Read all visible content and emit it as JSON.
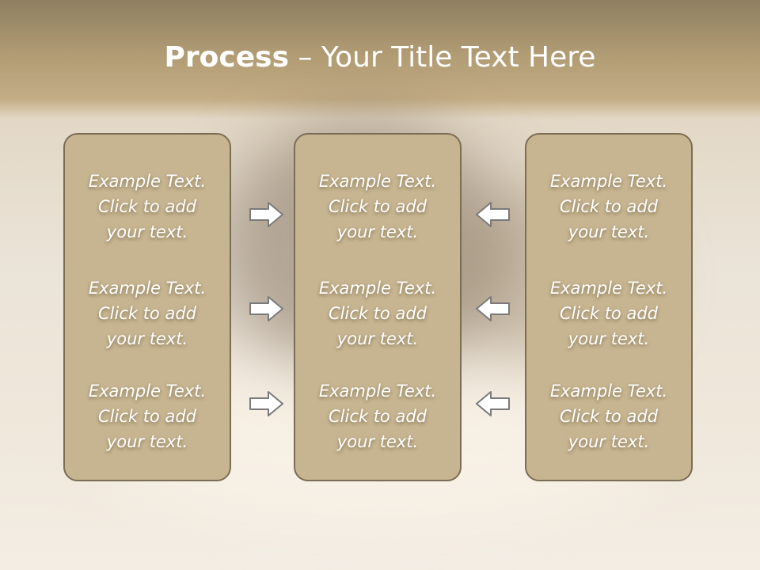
{
  "slide": {
    "title_bold": "Process",
    "title_rest": " – Your Title Text Here"
  },
  "columns": [
    {
      "items": [
        {
          "line1": "Example Text.",
          "line2": "Click  to add",
          "line3": "your text."
        },
        {
          "line1": "Example Text.",
          "line2": "Click  to add",
          "line3": "your text."
        },
        {
          "line1": "Example Text.",
          "line2": "Click  to add",
          "line3": "your text."
        }
      ]
    },
    {
      "items": [
        {
          "line1": "Example Text.",
          "line2": "Click  to add",
          "line3": "your text."
        },
        {
          "line1": "Example Text.",
          "line2": "Click  to add",
          "line3": "your text."
        },
        {
          "line1": "Example Text.",
          "line2": "Click  to add",
          "line3": "your text."
        }
      ]
    },
    {
      "items": [
        {
          "line1": "Example Text.",
          "line2": "Click  to add",
          "line3": "your text."
        },
        {
          "line1": "Example Text.",
          "line2": "Click  to add",
          "line3": "your text."
        },
        {
          "line1": "Example Text.",
          "line2": "Click  to add",
          "line3": "your text."
        }
      ]
    }
  ],
  "arrows": {
    "left_side": "right-arrow-icon",
    "right_side": "left-arrow-icon"
  },
  "colors": {
    "panel_fill": "#c7b591",
    "panel_border": "#7b6d55",
    "text": "#ffffff"
  }
}
